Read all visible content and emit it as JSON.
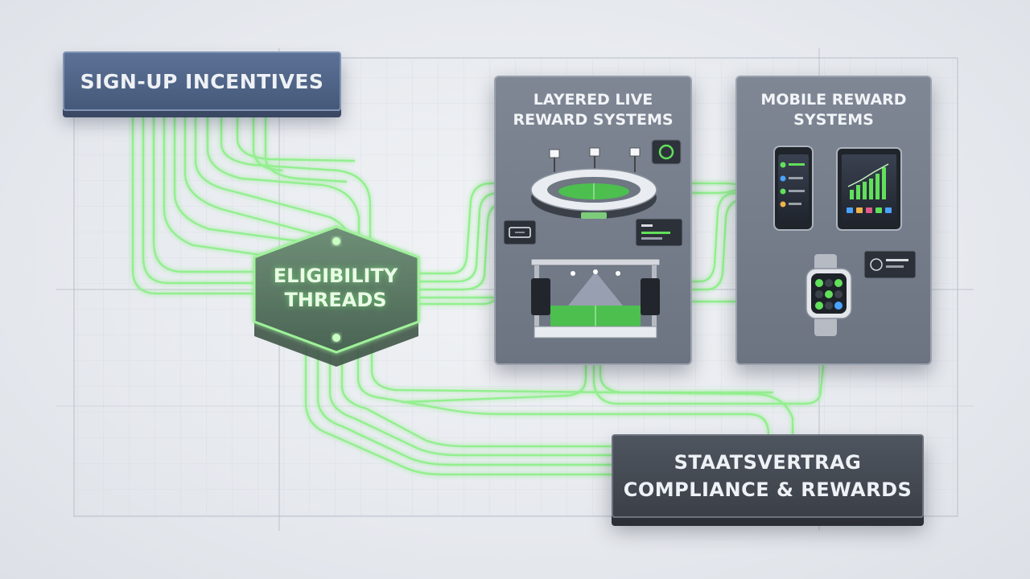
{
  "nodes": {
    "signup": {
      "label": "SIGN-UP INCENTIVES"
    },
    "eligibility": {
      "line1": "ELIGIBILITY",
      "line2": "THREADS"
    },
    "live": {
      "line1": "LAYERED LIVE",
      "line2": "REWARD SYSTEMS"
    },
    "mobile": {
      "line1": "MOBILE REWARD",
      "line2": "SYSTEMS"
    },
    "compliance": {
      "line1": "STAATSVERTRAG",
      "line2": "COMPLIANCE & REWARDS"
    }
  },
  "icons": [
    "stadium-icon",
    "concert-stage-icon",
    "ticket-icon",
    "live-card-icon",
    "chat-bubble-icon",
    "smartphone-icon",
    "tablet-icon",
    "smartwatch-icon",
    "notification-card-icon"
  ],
  "colors": {
    "thread": "#8ff08a",
    "signup_box": "#4f6486",
    "compliance_box": "#43484f",
    "panel": "#767e8b",
    "hexagon": "#5d7a66"
  }
}
